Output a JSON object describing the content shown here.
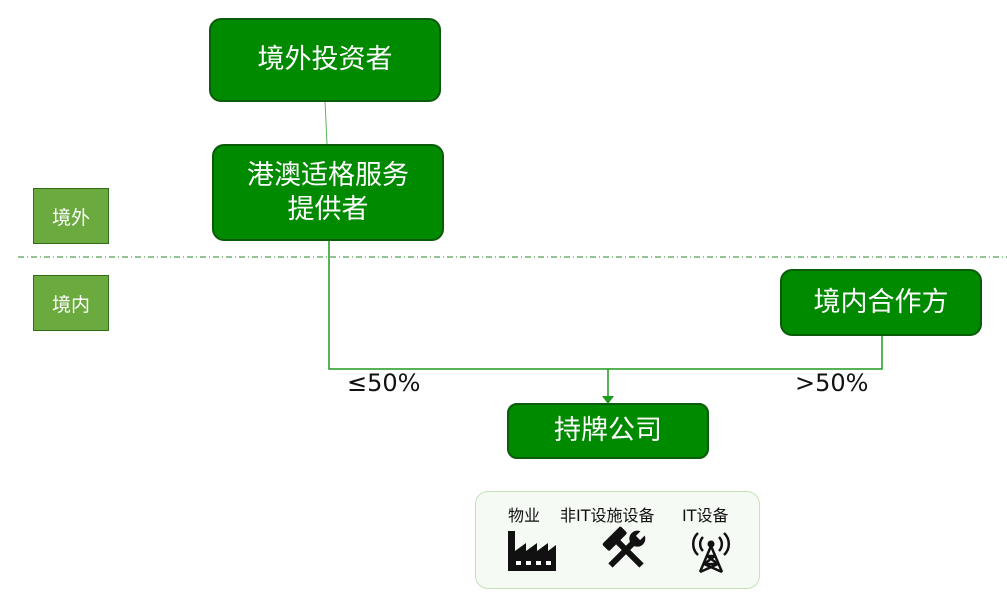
{
  "nodes": {
    "foreign_investor": "境外投资者",
    "hk_macau_provider_line1": "港澳适格服务",
    "hk_macau_provider_line2": "提供者",
    "domestic_partner": "境内合作方",
    "licensed_company": "持牌公司"
  },
  "regions": {
    "offshore": "境外",
    "onshore": "境内"
  },
  "ownership": {
    "hk_macau_share": "≤50%",
    "domestic_share": ">50%"
  },
  "assets": [
    {
      "label": "物业",
      "icon": "factory-icon"
    },
    {
      "label": "非IT设施设备",
      "icon": "hammer-wrench-icon"
    },
    {
      "label": "IT设备",
      "icon": "antenna-tower-icon"
    }
  ],
  "colors": {
    "node_fill": "#008a00",
    "node_border": "#0a5c0a",
    "region_fill": "#6aaa3f",
    "connector": "#1e9a1e"
  }
}
